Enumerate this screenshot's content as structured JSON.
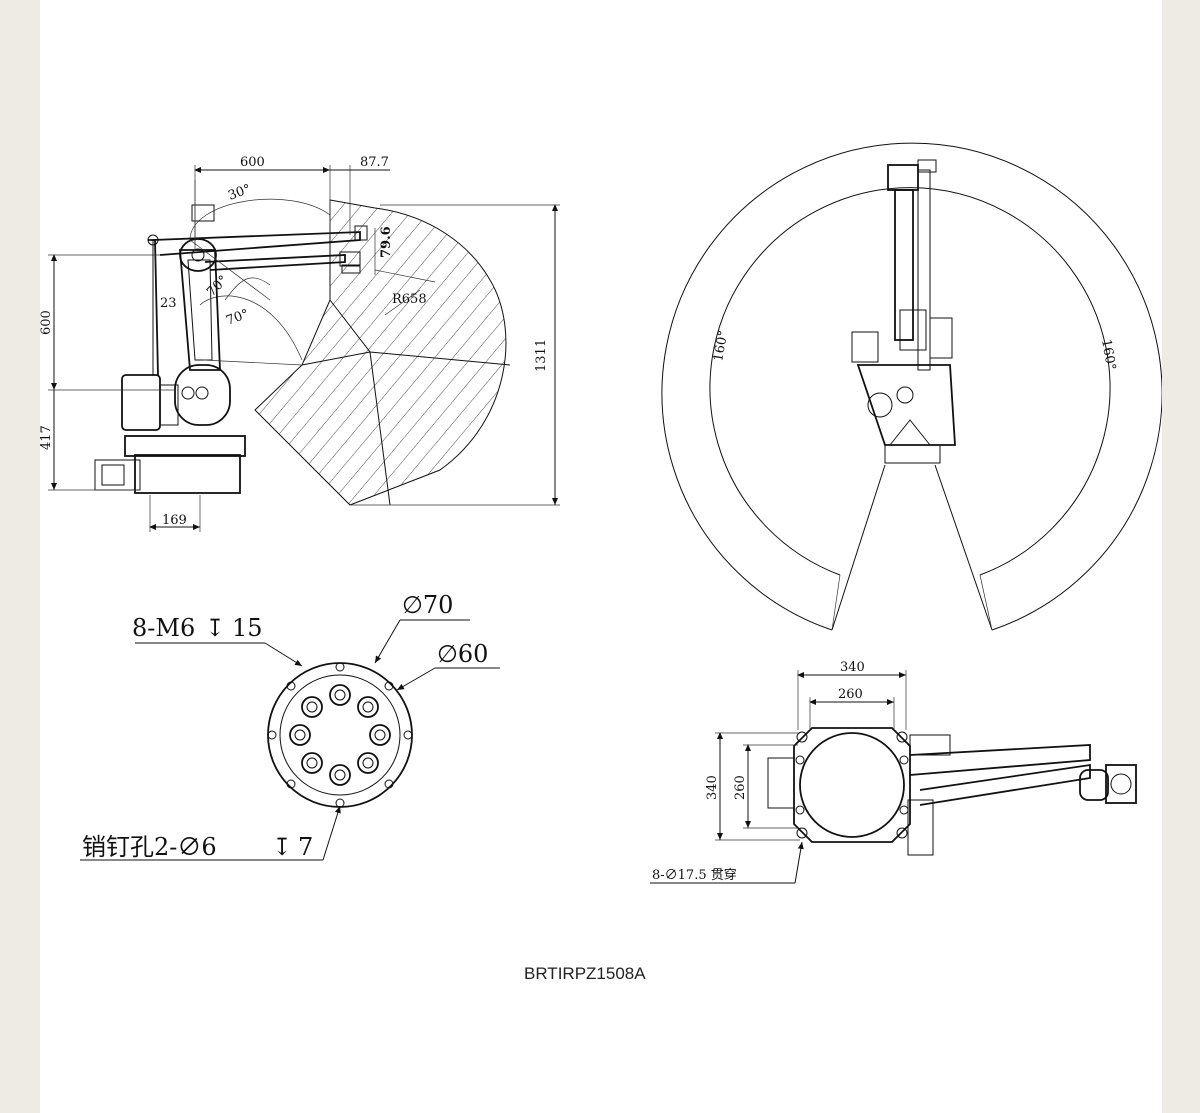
{
  "side_view": {
    "dim_600_top": "600",
    "dim_87_7": "87.7",
    "angle_30": "30°",
    "angle_70_a": "70°",
    "angle_70_b": "70°",
    "dim_23": "23",
    "dim_79_6": "79.6",
    "radius_r658": "R658",
    "dim_600_left": "600",
    "dim_417": "417",
    "dim_1311": "1311",
    "dim_169": "169"
  },
  "top_view": {
    "angle_left": "160°",
    "angle_right": "160°"
  },
  "flange": {
    "label_bolts": "8-M6",
    "bolt_depth": "15",
    "label_d70": "∅70",
    "label_d60": "∅60",
    "label_pin": "销钉孔2-∅6",
    "pin_depth": "7",
    "depth_symbol": "↧"
  },
  "base": {
    "dim_340_h": "340",
    "dim_260_h": "260",
    "dim_340_v": "340",
    "dim_260_v": "260",
    "label_holes": "8-∅17.5 贯穿"
  },
  "model": "BRTIRPZ1508A"
}
